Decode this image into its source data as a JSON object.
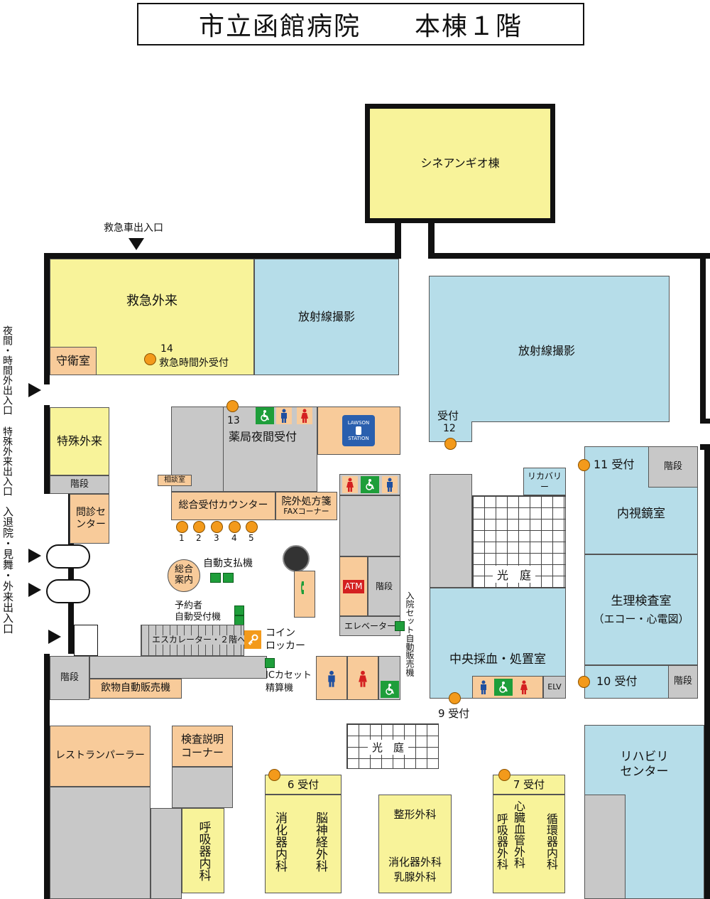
{
  "title": "市立函館病院　　本棟１階",
  "colors": {
    "yellow": "#f8f39a",
    "blue": "#b6dde9",
    "orange": "#f8cb9a",
    "gray": "#c8c8c8",
    "marker": "#f39a1b",
    "green": "#1e9e3a"
  },
  "rooms": {
    "cineangio": "シネアンギオ棟",
    "emergency_outpatient": "救急外来",
    "radiology_west": "放射線撮影",
    "radiology_east": "放射線撮影",
    "guard_room": "守衛室",
    "special_outpatient": "特殊外来",
    "stairs_west": "階段",
    "interview_center": "問診センター",
    "consultation_room": "相談室",
    "general_reception": "総合受付カウンター",
    "fax_corner_line1": "院外処方箋",
    "fax_corner_line2": "FAXコーナー",
    "recovery": "リカバリー",
    "stairs_east_top": "階段",
    "endoscopy": "内視鏡室",
    "physiology_line1": "生理検査室",
    "physiology_line2": "（エコー・心電図）",
    "stairs_east_bottom": "階段",
    "atm": "ATM",
    "stairs_center": "階段",
    "elevator": "エレベーター",
    "central_blood": "中央採血・処置室",
    "elv": "ELV",
    "stairs_sw": "階段",
    "drink_vending": "飲物自動販売機",
    "escalator": "エスカレーター・２階へ",
    "restaurant": "レストランパーラー",
    "exam_explain_line1": "検査説明",
    "exam_explain_line2": "コーナー",
    "respiratory": "呼吸器内科",
    "gastro": "消化器内科",
    "neurosurgery": "脳神経外科",
    "orthopedics": "整形外科",
    "gastro_surgery": "消化器外科",
    "breast_surgery": "乳腺外科",
    "resp_surgery": "呼吸器外科",
    "cardio_surgery": "心臓血管外科",
    "circulatory": "循環器内科",
    "rehab_line1": "リハビリ",
    "rehab_line2": "センター",
    "courtyard": "光　庭",
    "courtyard_small": "光　庭"
  },
  "labels": {
    "ambulance_entrance": "救急車出入口",
    "night_entrance": "夜間・時間外出入口",
    "special_entrance": "特殊外来出入口",
    "main_entrance": "入退院・見舞・外来出入口",
    "reception14_num": "14",
    "reception14_text": "救急時間外受付",
    "reception13_num": "13",
    "reception13_text": "薬局夜間受付",
    "reception12_text": "受付",
    "reception12_num": "12",
    "reception11": "11 受付",
    "reception10": "10 受付",
    "reception9": "9 受付",
    "reception7": "7 受付",
    "reception6": "6 受付",
    "counters": [
      "1",
      "2",
      "3",
      "4",
      "5"
    ],
    "info_line1": "総合",
    "info_line2": "案内",
    "auto_pay": "自動支払機",
    "reservation_line1": "予約者",
    "reservation_line2": "自動受付機",
    "coin_line1": "コイン",
    "coin_line2": "ロッカー",
    "ic_line1": "ICカセット",
    "ic_line2": "精算機",
    "set_vending": "入院セット自動販売機",
    "lawson_line1": "LAWSON",
    "lawson_line2": "STATION"
  }
}
